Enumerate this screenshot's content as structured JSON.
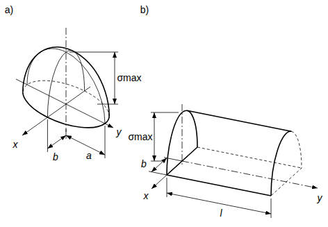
{
  "diagram": {
    "labels": [
      "a)",
      "b)",
      "x",
      "y",
      "b",
      "a",
      "σmax",
      "σmax",
      "b",
      "x",
      "y",
      "l"
    ]
  }
}
